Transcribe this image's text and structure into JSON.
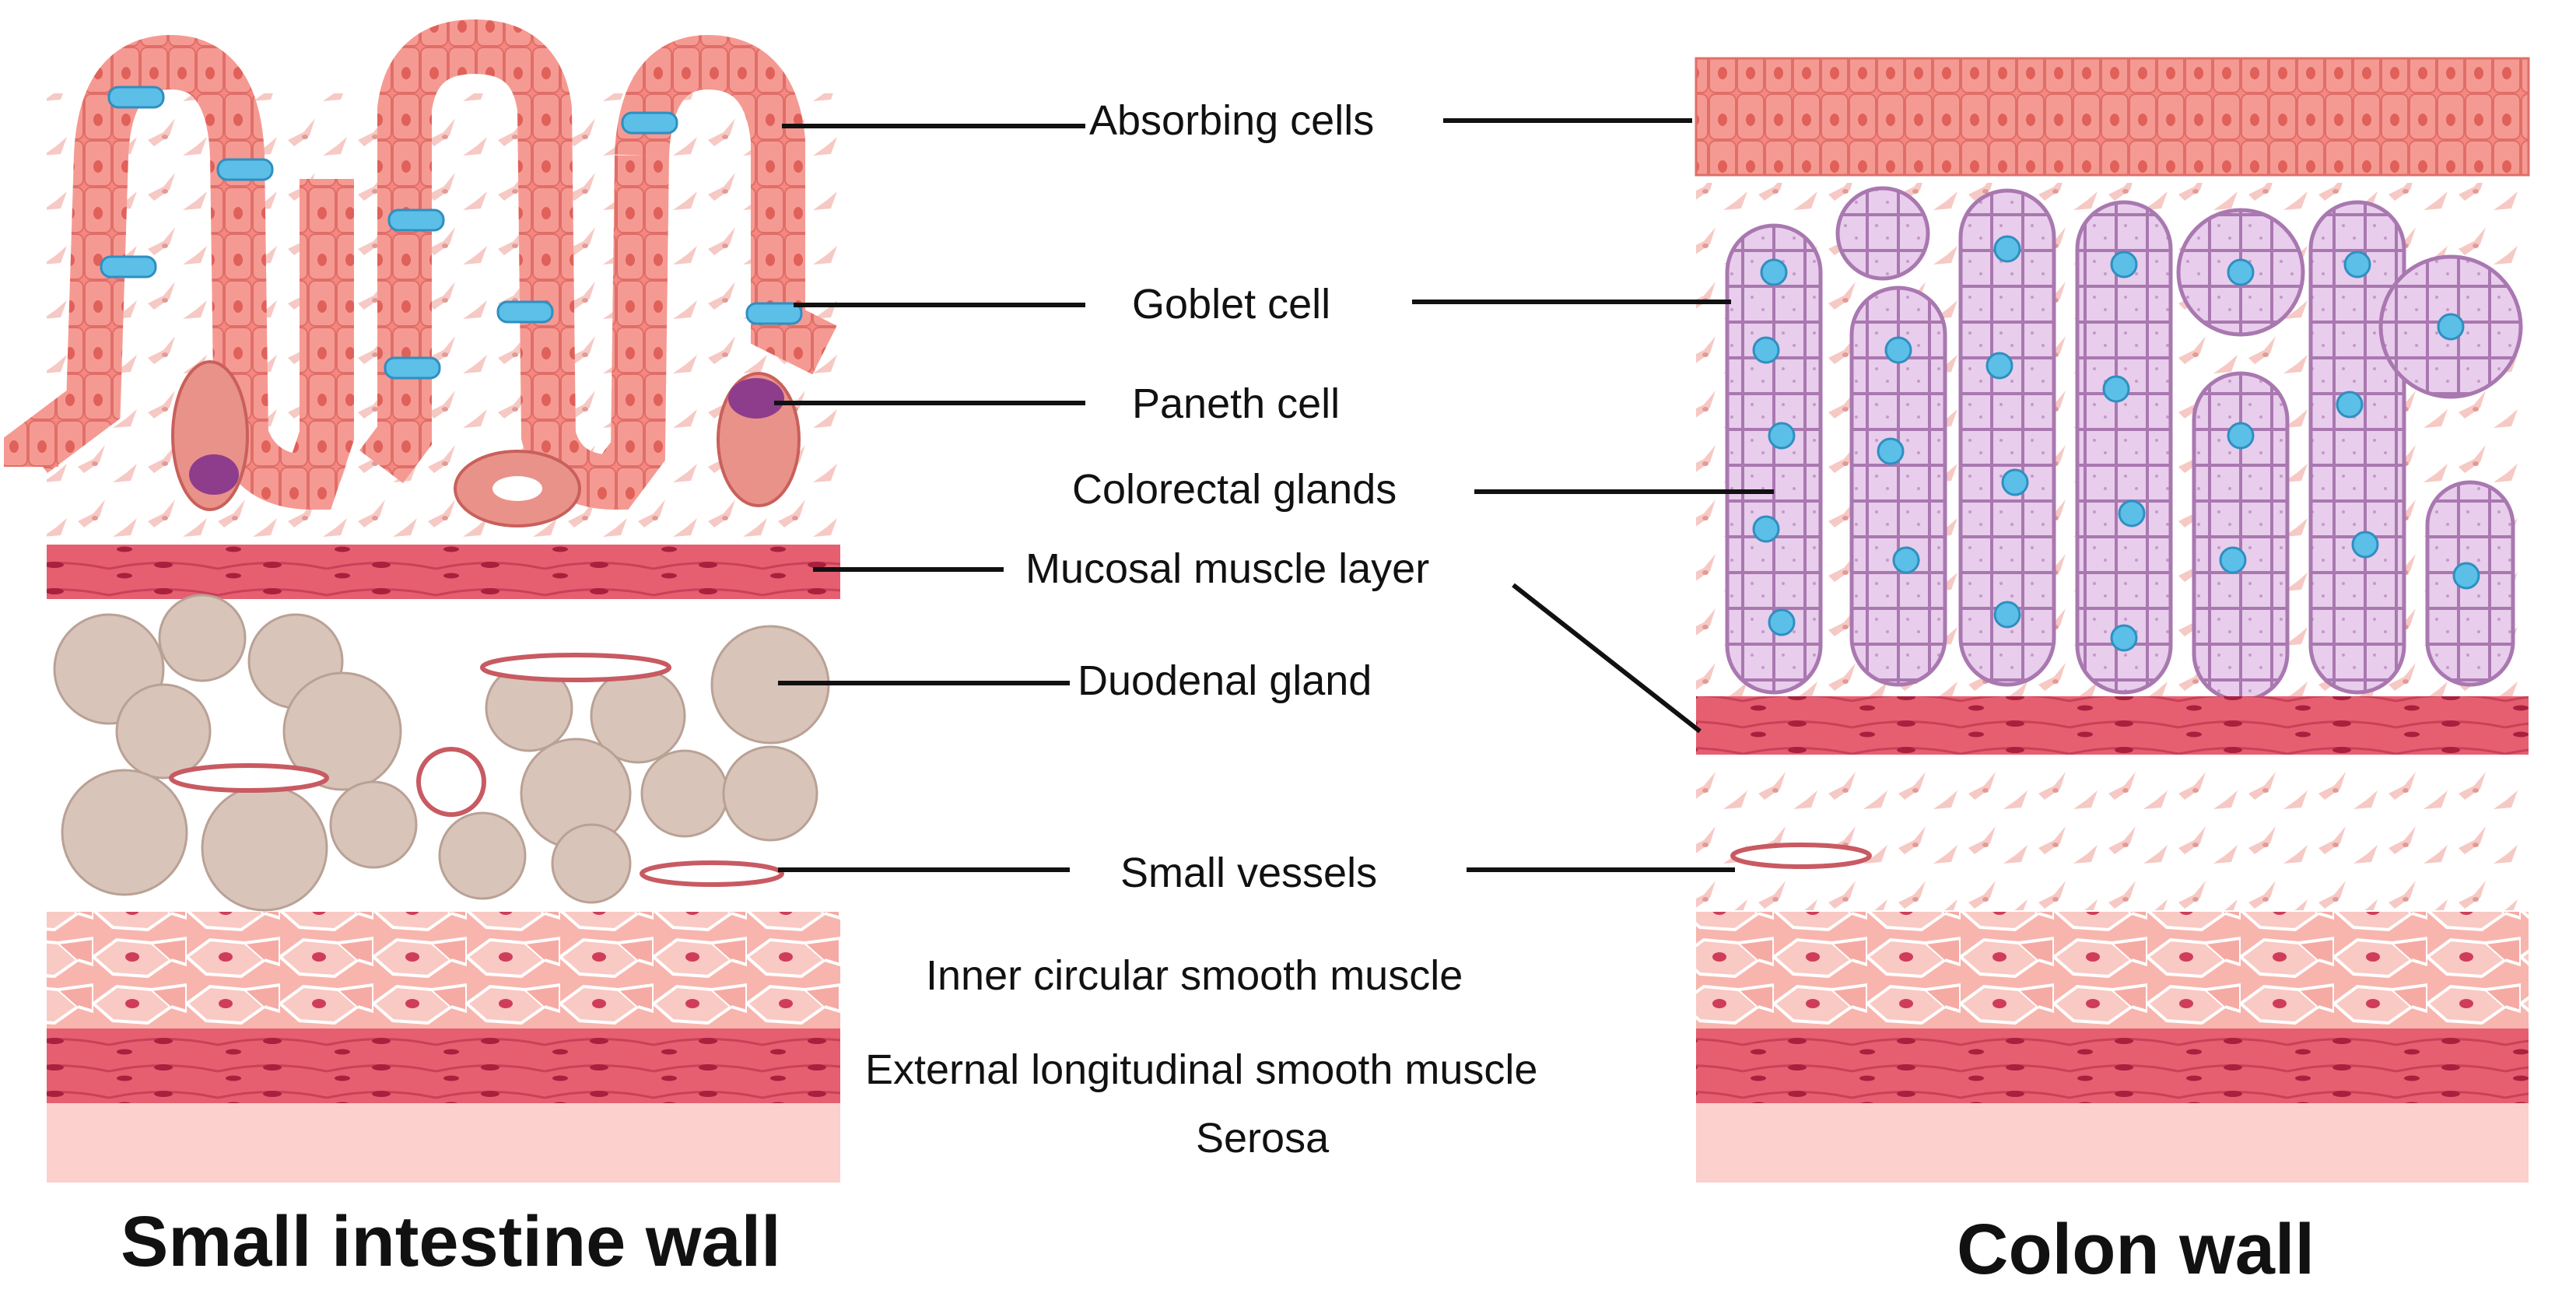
{
  "labels": {
    "absorbing_cells": "Absorbing cells",
    "goblet_cell": "Goblet cell",
    "paneth_cell": "Paneth cell",
    "colorectal_glands": "Colorectal glands",
    "mucosal_muscle_layer": "Mucosal muscle layer",
    "duodenal_gland": "Duodenal gland",
    "small_vessels": "Small vessels",
    "inner_circular_smooth_muscle": "Inner circular smooth muscle",
    "external_longitudinal_smooth_muscle": "External longitudinal smooth muscle",
    "serosa": "Serosa"
  },
  "titles": {
    "small_intestine": "Small intestine wall",
    "colon": "Colon wall"
  },
  "colors": {
    "epithelium": "#f4877f",
    "epithelium_dark": "#e0605a",
    "muscle_band": "#e2566a",
    "muscle_light": "#f7b7b2",
    "serosa": "#fbd0cd",
    "gland": "#d6c1b8",
    "goblet": "#5bbfe8",
    "colon_gland": "#d8a8dc",
    "paneth": "#8e3d8c",
    "fibroblast": "#f6c9c4"
  }
}
